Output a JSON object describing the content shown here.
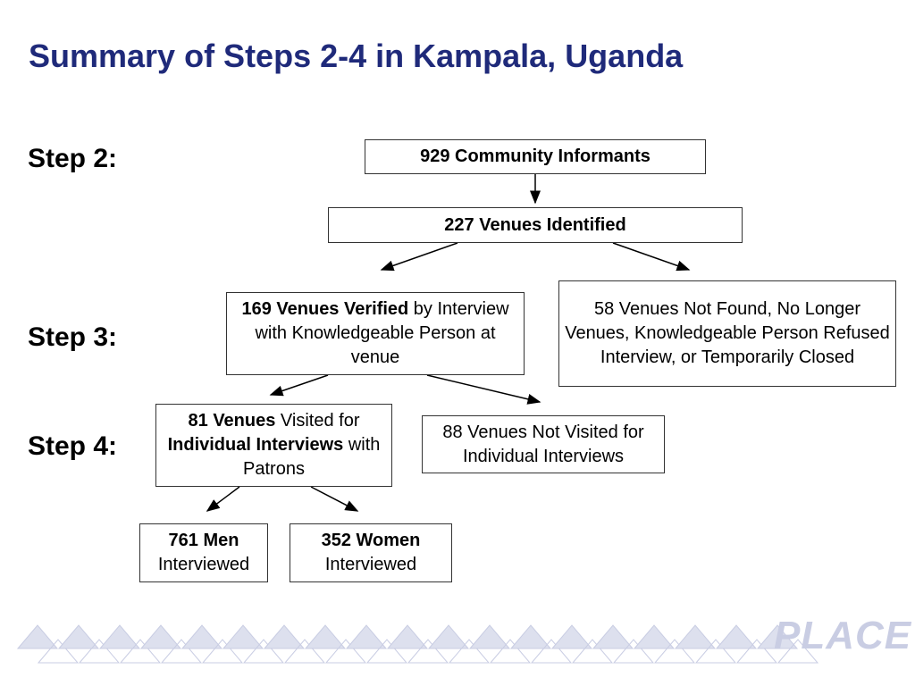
{
  "title": "Summary of Steps 2-4 in Kampala, Uganda",
  "steps": {
    "step2": "Step 2:",
    "step3": "Step 3:",
    "step4": "Step 4:"
  },
  "nodes": {
    "informants": {
      "bold": "929 Community Informants"
    },
    "venues_identified": {
      "bold": "227 Venues Identified"
    },
    "venues_verified": {
      "bold": "169 Venues Verified",
      "rest": " by Interview with Knowledgeable Person at venue"
    },
    "venues_not_found": {
      "text": "58 Venues Not Found, No Longer Venues, Knowledgeable Person Refused Interview, or Temporarily Closed"
    },
    "venues_visited": {
      "bold": "81 Venues",
      "rest1": " Visited for ",
      "bold2": "Individual Interviews",
      "rest2": " with Patrons"
    },
    "venues_not_visited": {
      "text": "88 Venues Not Visited for Individual Interviews"
    },
    "men": {
      "bold": "761 Men",
      "rest": "Interviewed"
    },
    "women": {
      "bold": "352 Women",
      "rest": "Interviewed"
    }
  },
  "logo": {
    "text": "PLACE"
  },
  "colors": {
    "title": "#1f2a7a",
    "logo": "#c9cde3"
  }
}
